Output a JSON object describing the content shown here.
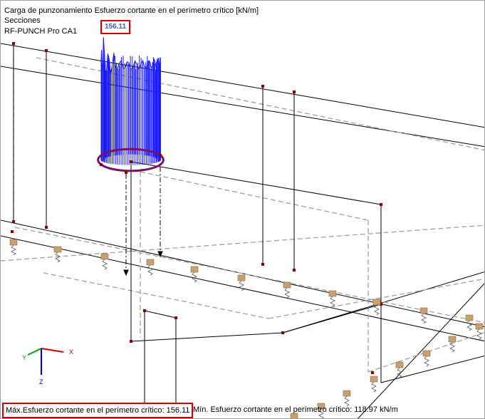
{
  "header": {
    "line1": "Carga de punzonamiento Esfuerzo cortante en el perímetro crítico [kN/m]",
    "line2": "Secciones",
    "line3": "RF-PUNCH Pro CA1"
  },
  "peak_label": "156.11",
  "footer": {
    "max_text": "Máx.Esfuerzo cortante en el perímetro crítico: 156.11",
    "min_text": "Mín. Esfuerzo cortante en el perímetro crítico: 118.97 kN/m"
  },
  "axes": {
    "x": "X",
    "y": "Y",
    "z": "Z"
  },
  "colors": {
    "diagram": "#1a1aff",
    "node": "#8b0000",
    "perimeter": "#7a1060",
    "support": "#c8a070",
    "highlight": "#d00000",
    "axis_x": "#d00000",
    "axis_y": "#00a000",
    "axis_z": "#0000c0"
  }
}
